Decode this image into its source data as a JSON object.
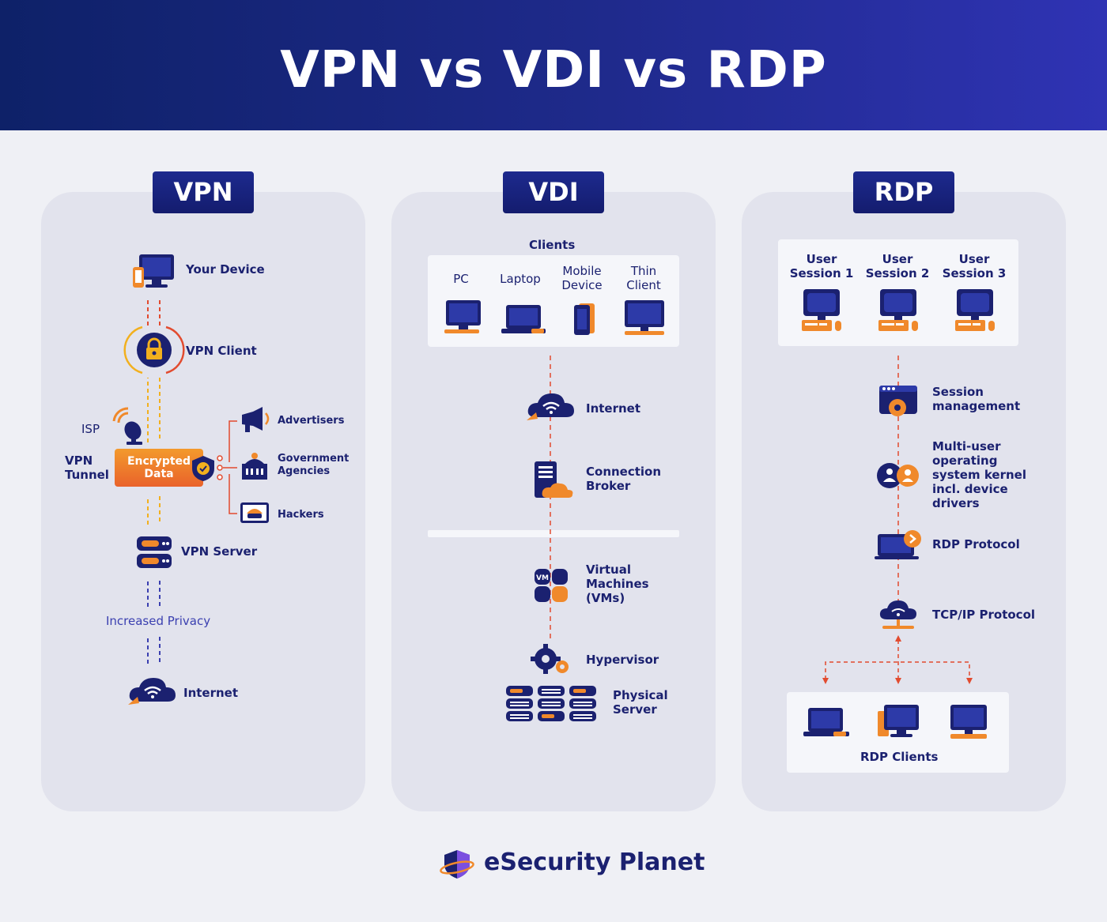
{
  "title": "VPN vs VDI vs RDP",
  "vpn": {
    "badge": "VPN",
    "your_device": "Your Device",
    "vpn_client": "VPN Client",
    "isp": "ISP",
    "vpn_tunnel": "VPN\nTunnel",
    "encrypted_data": "Encrypted\nData",
    "advertisers": "Advertisers",
    "government": "Government\nAgencies",
    "hackers": "Hackers",
    "vpn_server": "VPN Server",
    "increased_privacy": "Increased Privacy",
    "internet": "Internet"
  },
  "vdi": {
    "badge": "VDI",
    "clients": "Clients",
    "client_pc": "PC",
    "client_laptop": "Laptop",
    "client_mobile": "Mobile\nDevice",
    "client_thin": "Thin\nClient",
    "internet": "Internet",
    "broker": "Connection\nBroker",
    "vms": "Virtual\nMachines\n(VMs)",
    "vm_tag": "VM",
    "hypervisor": "Hypervisor",
    "physical_server": "Physical\nServer"
  },
  "rdp": {
    "badge": "RDP",
    "session1": "User\nSession 1",
    "session2": "User\nSession 2",
    "session3": "User\nSession 3",
    "session_mgmt": "Session\nmanagement",
    "kernel": "Multi-user\noperating\nsystem kernel\nincl. device\ndrivers",
    "rdp_protocol": "RDP Protocol",
    "tcpip": "TCP/IP Protocol",
    "rdp_clients": "RDP Clients"
  },
  "footer": {
    "brand": "eSecurity Planet"
  },
  "colors": {
    "navy": "#1b2170",
    "orange": "#f0892b",
    "red_dash": "#e24b2f",
    "yellow_dash": "#f2b01e",
    "purple_dash": "#3a3fb0"
  }
}
